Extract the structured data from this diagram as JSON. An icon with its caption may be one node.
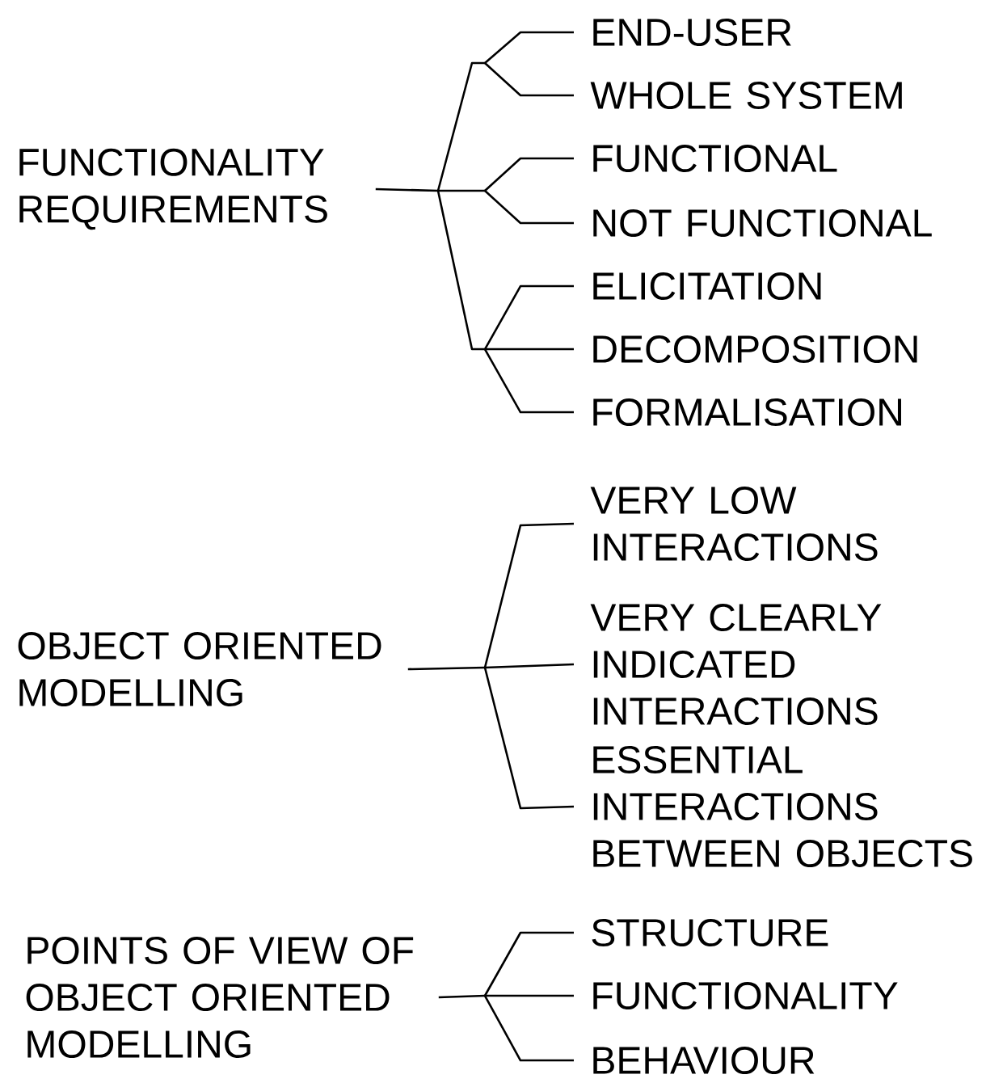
{
  "diagram": {
    "nodes": [
      {
        "text": [
          "FUNCTIONALITY REQUIREMENTS"
        ]
      },
      {
        "text": [
          "END-USER"
        ]
      },
      {
        "text": [
          "WHOLE SYSTEM"
        ]
      },
      {
        "text": [
          "FUNCTIONAL"
        ]
      },
      {
        "text": [
          "NOT FUNCTIONAL"
        ]
      },
      {
        "text": [
          "ELICITATION"
        ]
      },
      {
        "text": [
          "DECOMPOSITION"
        ]
      },
      {
        "text": [
          "FORMALISATION"
        ]
      },
      {
        "text": [
          "OBJECT ORIENTED MODELLING"
        ]
      },
      {
        "text": [
          "VERY LOW INTERACTIONS"
        ]
      },
      {
        "text": [
          "VERY CLEARLY INDICATED INTERACTIONS"
        ]
      },
      {
        "text": [
          "ESSENTIAL INTERACTIONS BETWEEN OBJECTS"
        ]
      },
      {
        "text": [
          "POINTS OF VIEW OF OBJECT ORIENTED MODELLING"
        ]
      },
      {
        "text": [
          "STRUCTURE"
        ]
      },
      {
        "text": [
          "FUNCTIONALITY"
        ]
      },
      {
        "text": [
          "BEHAVIOUR"
        ]
      }
    ],
    "edges": [
      {
        "from": 0,
        "to": 1,
        "arrow": "none"
      },
      {
        "from": 0,
        "to": 2,
        "arrow": "none"
      },
      {
        "from": 0,
        "to": 3,
        "arrow": "none"
      },
      {
        "from": 0,
        "to": 4,
        "arrow": "none"
      },
      {
        "from": 0,
        "to": 5,
        "arrow": "none"
      },
      {
        "from": 0,
        "to": 6,
        "arrow": "none"
      },
      {
        "from": 0,
        "to": 7,
        "arrow": "none"
      },
      {
        "from": 8,
        "to": 9,
        "arrow": "none"
      },
      {
        "from": 8,
        "to": 10,
        "arrow": "none"
      },
      {
        "from": 8,
        "to": 11,
        "arrow": "none"
      },
      {
        "from": 12,
        "to": 13,
        "arrow": "none"
      },
      {
        "from": 12,
        "to": 14,
        "arrow": "none"
      },
      {
        "from": 12,
        "to": 15,
        "arrow": "none"
      }
    ]
  }
}
